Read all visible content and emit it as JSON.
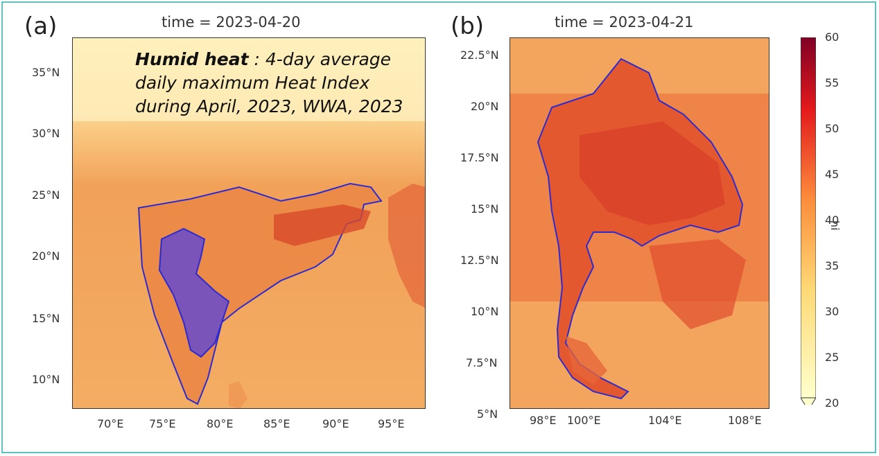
{
  "panel_a": {
    "letter": "(a)",
    "title": "time = 2023-04-20",
    "annotation_bold": "Humid heat",
    "annotation_rest": " : 4-day average daily maximum Heat Index during April, 2023, WWA, 2023",
    "lat_ticks": [
      "35°N",
      "30°N",
      "25°N",
      "20°N",
      "15°N",
      "10°N"
    ],
    "lon_ticks": [
      "70°E",
      "75°E",
      "80°E",
      "85°E",
      "90°E",
      "95°E"
    ]
  },
  "panel_b": {
    "letter": "(b)",
    "title": "time = 2023-04-21",
    "lat_ticks": [
      "22.5°N",
      "20°N",
      "17.5°N",
      "15°N",
      "12.5°N",
      "10°N",
      "7.5°N",
      "5°N"
    ],
    "lon_ticks": [
      "98°E",
      "100°E",
      "104°E",
      "108°E"
    ]
  },
  "colorbar": {
    "label": "hi",
    "ticks": [
      "60",
      "55",
      "50",
      "45",
      "40",
      "35",
      "30",
      "25",
      "20"
    ],
    "colors": [
      "#ffffcc",
      "#fed976",
      "#fd8d3c",
      "#e31a1c",
      "#800026"
    ]
  }
}
